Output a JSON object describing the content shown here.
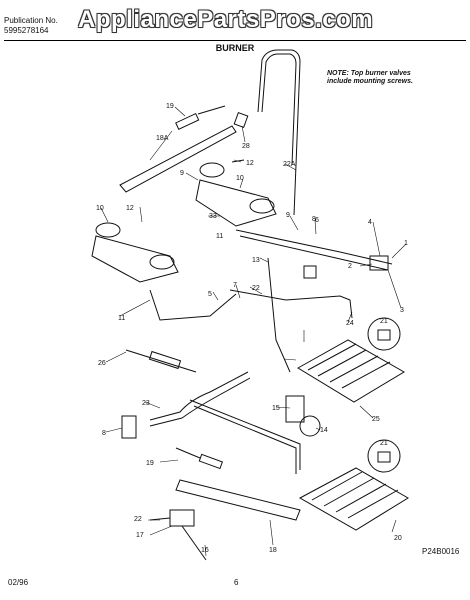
{
  "header": {
    "publication_label": "Publication No.",
    "publication_number": "5995278164",
    "model_partial": "",
    "watermark": "AppliancePartsPros.com"
  },
  "section_title": "BURNER",
  "note": [
    "NOTE: Top burner valves",
    "include mounting screws."
  ],
  "footer": {
    "date": "02/96",
    "page": "6",
    "diagram_code": "P24B0016"
  },
  "part_labels": [
    "19",
    "28",
    "18A",
    "12",
    "22A",
    "9",
    "10",
    "33",
    "11",
    "10",
    "12",
    "8",
    "4",
    "1",
    "13",
    "2",
    "9",
    "22",
    "7",
    "6",
    "3",
    "24",
    "11",
    "26",
    "21",
    "5",
    "23",
    "15",
    "25",
    "8",
    "14",
    "19",
    "21",
    "22",
    "17",
    "16",
    "18",
    "20"
  ]
}
